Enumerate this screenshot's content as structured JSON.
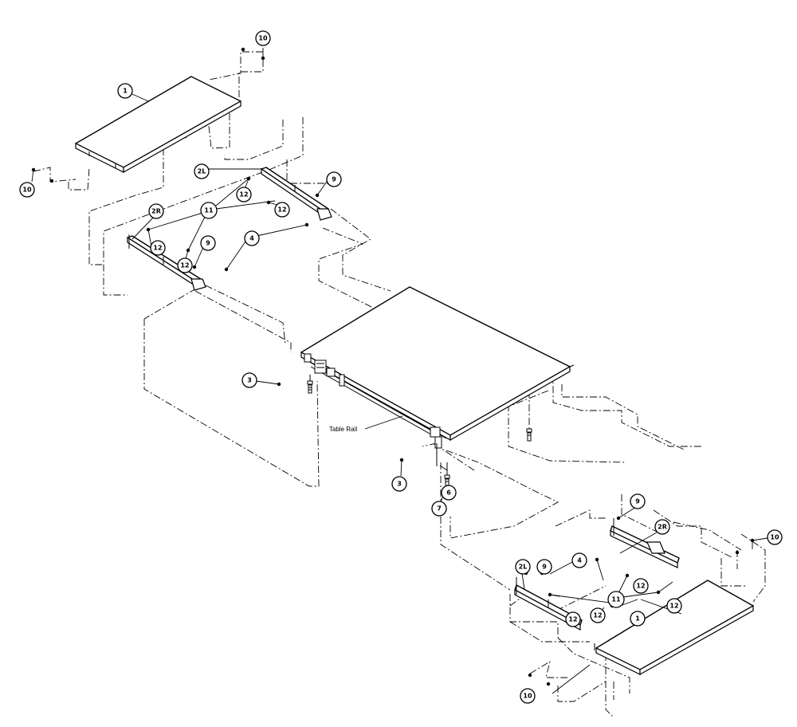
{
  "labels": {
    "table_rail": "Table Rail"
  },
  "balloons": {
    "b1_top": "1",
    "b1_bottom": "1",
    "b2L_top": "2L",
    "b2R_top": "2R",
    "b2L_bottom": "2L",
    "b2R_bottom": "2R",
    "b3_left": "3",
    "b3_bottom": "3",
    "b4_top": "4",
    "b4_bottom": "4",
    "b6": "6",
    "b7": "7",
    "b9_top_right": "9",
    "b9_top_left": "9",
    "b9_bottom_left": "9",
    "b9_bottom_right": "9",
    "b10_top_right": "10",
    "b10_top_left": "10",
    "b10_bottom_right": "10",
    "b10_bottom_left": "10",
    "b11_top": "11",
    "b11_bottom": "11",
    "b12_a": "12",
    "b12_b": "12",
    "b12_c": "12",
    "b12_d": "12",
    "b12_e": "12",
    "b12_f": "12",
    "b12_g": "12",
    "b12_h": "12"
  }
}
